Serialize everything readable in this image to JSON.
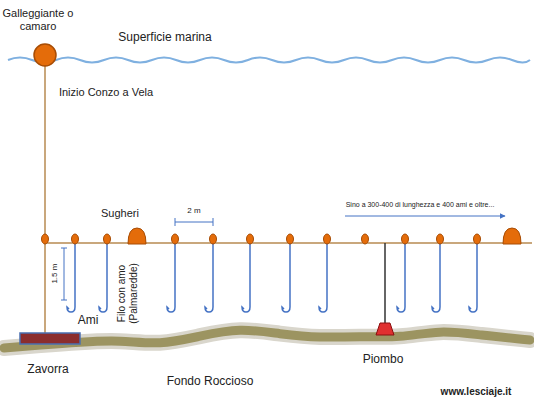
{
  "diagram": {
    "labels": [
      "Galleggiante o camaro",
      "Superficie marina",
      "Inizio Conzo a Vela",
      "Sugheri",
      "2 m",
      "Sino a 300-400 di lunghezza e 400 ami e oltre...",
      "1.5 m",
      "Ami",
      "Filo con amo (Palmaredde)",
      "Zavorra",
      "Fondo Roccioso",
      "Piombo",
      "www.lesciaje.it"
    ]
  }
}
